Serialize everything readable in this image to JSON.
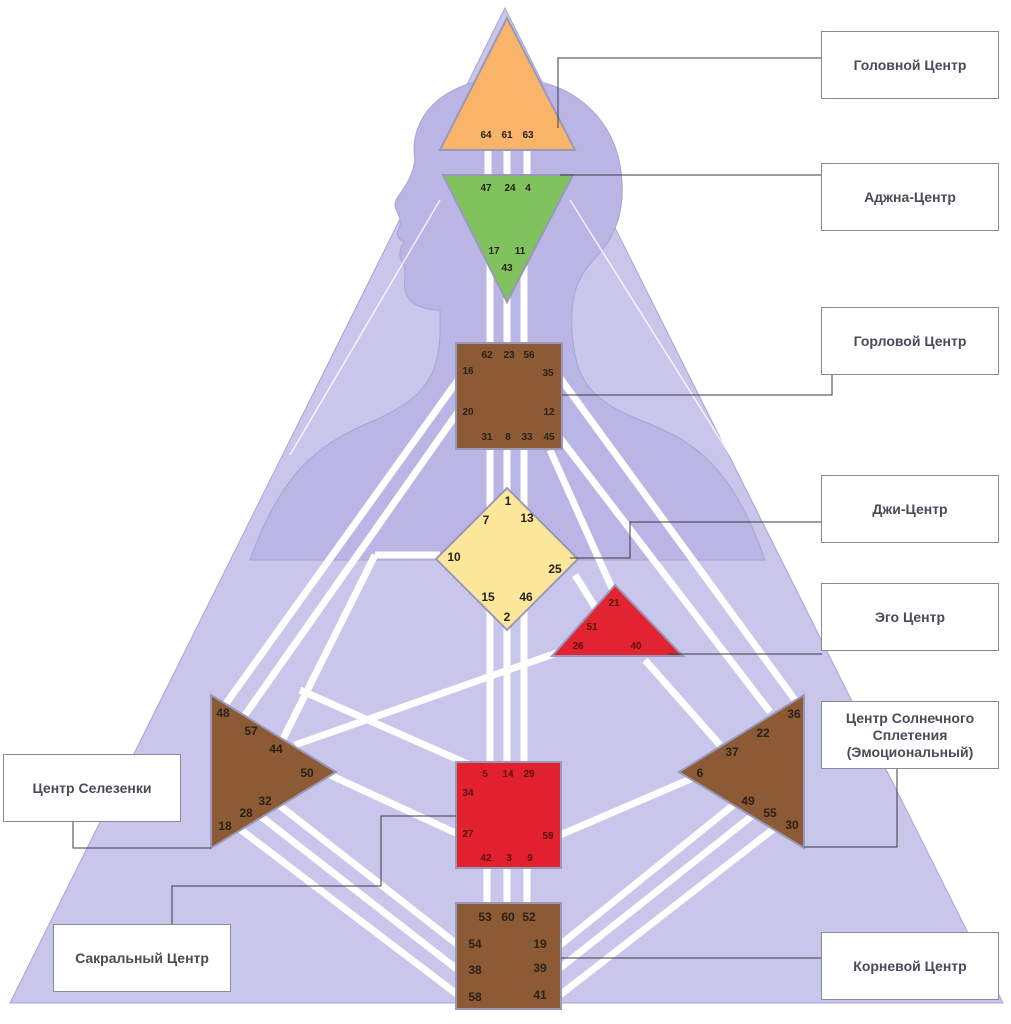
{
  "colors": {
    "body": "#c9c6ec",
    "body_edge": "#a7a3d6",
    "channel": "#ffffff",
    "head": "#f9b46a",
    "ajna": "#7fc25e",
    "throat": "#8c5a34",
    "g": "#fde79a",
    "ego": "#e22432",
    "spleen": "#8c5a34",
    "solar": "#8c5a34",
    "sacral": "#e2202e",
    "root": "#8c5a34",
    "label_text": "#4a4a58",
    "label_border": "#8a8a96"
  },
  "labels": {
    "head": "Головной Центр",
    "ajna": "Аджна-Центр",
    "throat": "Горловой Центр",
    "g": "Джи-Центр",
    "ego": "Эго Центр",
    "solar_line1": "Центр Солнечного",
    "solar_line2": "Сплетения",
    "solar_line3": "(Эмоциональный)",
    "spleen": "Центр Селезенки",
    "sacral": "Сакральный Центр",
    "root": "Корневой Центр"
  },
  "gates": {
    "head": [
      "64",
      "61",
      "63"
    ],
    "ajna": [
      "47",
      "24",
      "4",
      "17",
      "11",
      "43"
    ],
    "throat": [
      "62",
      "23",
      "56",
      "16",
      "35",
      "20",
      "12",
      "31",
      "8",
      "33",
      "45"
    ],
    "g": [
      "1",
      "7",
      "13",
      "10",
      "25",
      "15",
      "46",
      "2"
    ],
    "ego": [
      "21",
      "51",
      "26",
      "40"
    ],
    "spleen": [
      "48",
      "57",
      "44",
      "50",
      "32",
      "28",
      "18"
    ],
    "solar": [
      "36",
      "22",
      "37",
      "6",
      "49",
      "55",
      "30"
    ],
    "sacral": [
      "5",
      "14",
      "29",
      "34",
      "27",
      "59",
      "42",
      "3",
      "9"
    ],
    "root": [
      "53",
      "60",
      "52",
      "54",
      "19",
      "38",
      "39",
      "58",
      "41"
    ]
  }
}
